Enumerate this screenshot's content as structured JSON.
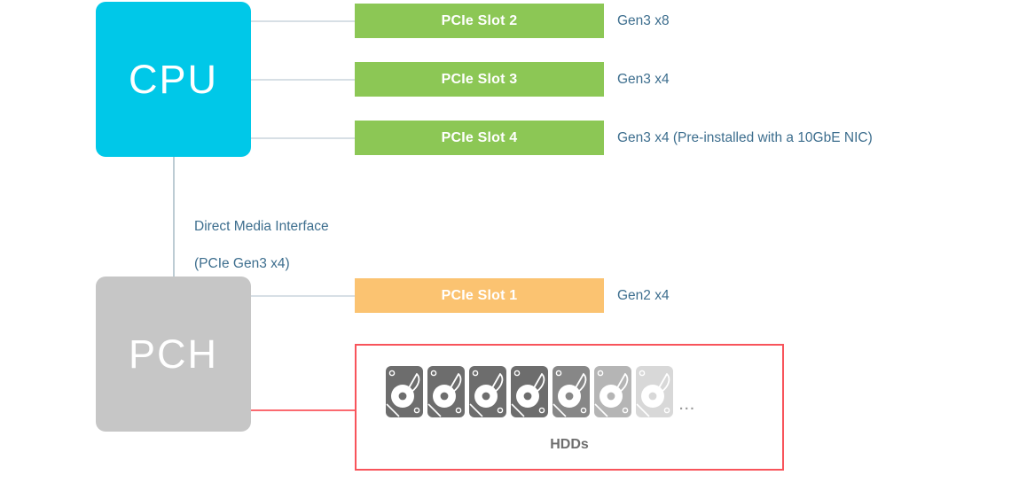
{
  "diagram": {
    "title": "CPU / PCH PCIe topology block diagram",
    "colors": {
      "cpu": "#00c8e8",
      "pch": "#c6c6c6",
      "slot_green": "#8cc755",
      "slot_orange": "#fbc371",
      "note_text": "#3d6e8e",
      "connector": "#d7dfe5",
      "highlight_border": "#f8545b",
      "highlight_line": "#fb6a70",
      "hdd_icon": "#6d6d6d"
    }
  },
  "chips": [
    {
      "id": "cpu",
      "label": "CPU"
    },
    {
      "id": "pch",
      "label": "PCH"
    }
  ],
  "slots": [
    {
      "id": "slot2",
      "label": "PCIe Slot 2",
      "note": "Gen3 x8",
      "color": "green",
      "host": "cpu"
    },
    {
      "id": "slot3",
      "label": "PCIe Slot 3",
      "note": "Gen3 x4",
      "color": "green",
      "host": "cpu"
    },
    {
      "id": "slot4",
      "label": "PCIe Slot 4",
      "note": "Gen3 x4 (Pre-installed with a 10GbE NIC)",
      "color": "green",
      "host": "cpu"
    },
    {
      "id": "slot1",
      "label": "PCIe Slot 1",
      "note": "Gen2 x4",
      "color": "orange",
      "host": "pch"
    }
  ],
  "interconnect": {
    "label": "Direct Media Interface\n(PCIe Gen3 x4)",
    "line1": "Direct Media Interface",
    "line2": "(PCIe Gen3 x4)"
  },
  "storage": {
    "caption": "HDDs",
    "ellipsis": "...",
    "drive_count": 7,
    "drive_icon": "hard-disk-drive-icon",
    "drive_opacities": [
      1,
      1,
      1,
      1,
      0.82,
      0.5,
      0.26
    ]
  }
}
